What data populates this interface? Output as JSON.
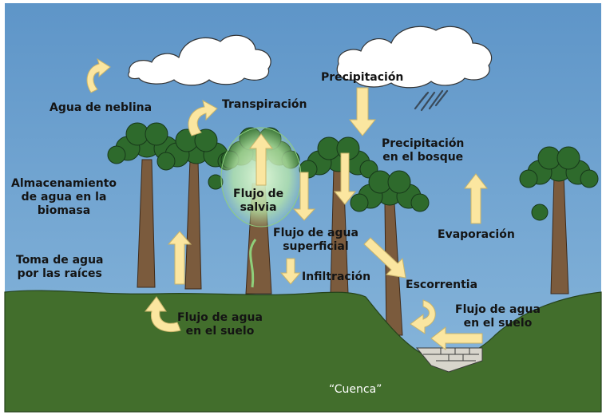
{
  "labels": {
    "agua_de_neblina": "Agua de neblina",
    "transpiracion": "Transpiración",
    "precipitacion": "Precipitación",
    "precipitacion_bosque": [
      "Precipitación",
      "en el bosque"
    ],
    "almacenamiento": [
      "Almacenamiento",
      "de agua en la",
      "biomasa"
    ],
    "flujo_de_salvia": [
      "Flujo de",
      "salvia"
    ],
    "flujo_superficial": [
      "Flujo de agua",
      "superficial"
    ],
    "evaporacion": "Evaporación",
    "toma_de_agua": [
      "Toma de agua",
      "por las raíces"
    ],
    "infiltracion": "Infiltración",
    "escorrentia": "Escorrentia",
    "flujo_suelo_left": [
      "Flujo de agua",
      "en el suelo"
    ],
    "flujo_suelo_right": [
      "Flujo de agua",
      "en el suelo"
    ],
    "cuenca": "“Cuenca”"
  },
  "colors": {
    "sky": "#6fa0cd",
    "ground": "#3f6b2b",
    "foliage": "#2d6b2c",
    "trunk": "#7a5a3c",
    "arrow": "#fbe7a0",
    "sap_glow": "#c9efc0"
  }
}
